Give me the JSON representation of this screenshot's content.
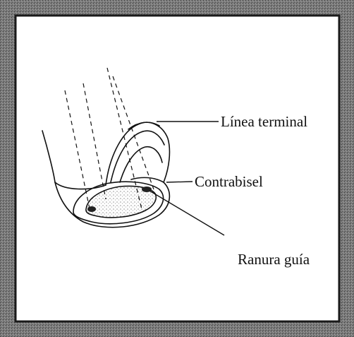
{
  "labels": {
    "linea_terminal": "Línea terminal",
    "contrabisel": "Contrabisel",
    "ranura_guia": "Ranura guía"
  },
  "colors": {
    "frame": "#6e6e6e",
    "ink": "#111111",
    "background": "#ffffff"
  }
}
